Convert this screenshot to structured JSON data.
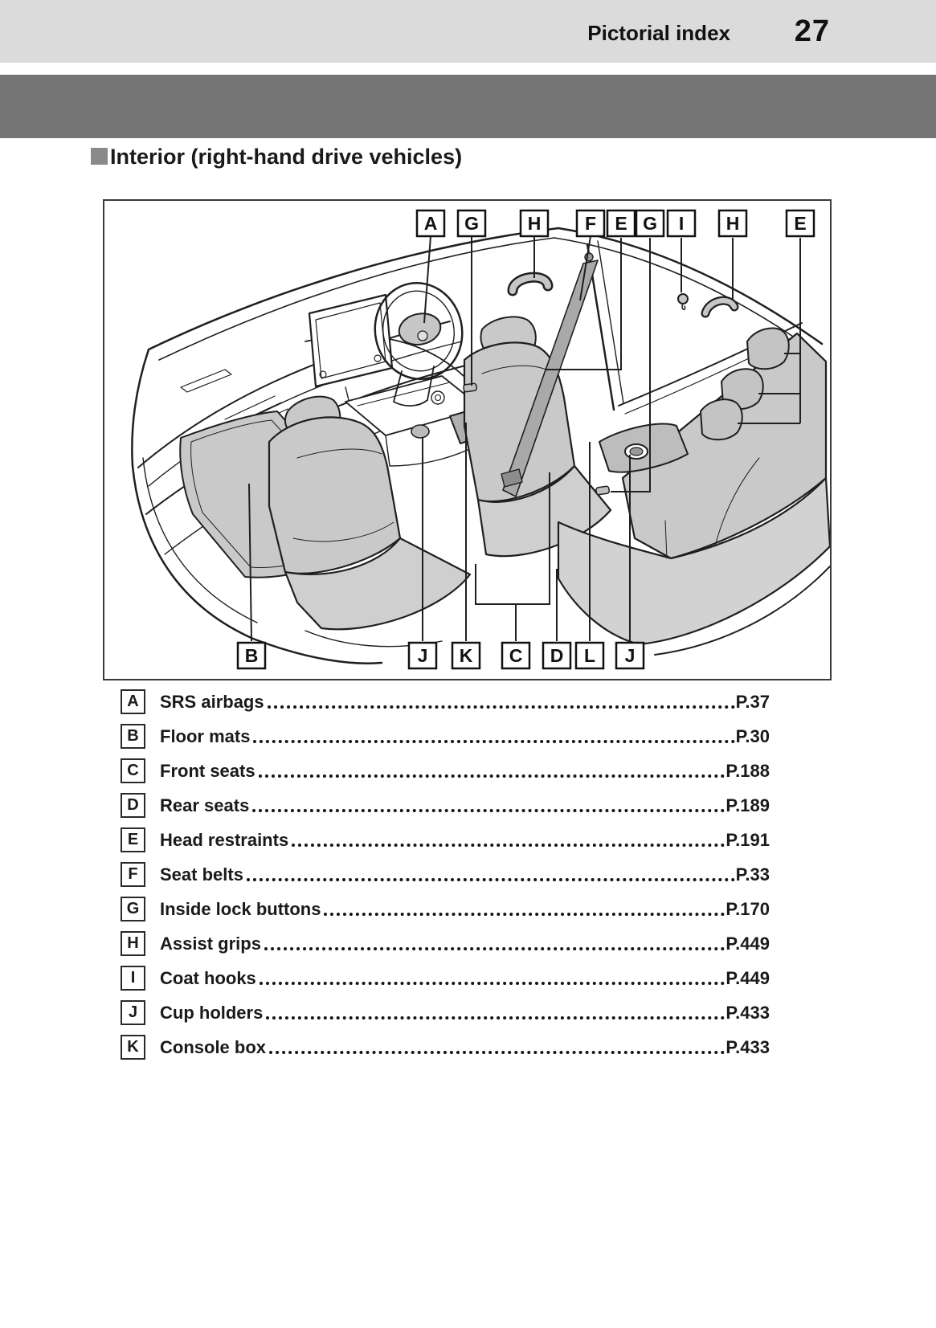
{
  "header": {
    "section_title": "Pictorial index",
    "page_number": "27"
  },
  "heading": {
    "text": "Interior (right-hand drive vehicles)"
  },
  "diagram": {
    "top_labels": [
      {
        "letter": "A"
      },
      {
        "letter": "G"
      },
      {
        "letter": "H"
      },
      {
        "letter": "F"
      },
      {
        "letter": "E"
      },
      {
        "letter": "G"
      },
      {
        "letter": "I"
      },
      {
        "letter": "H"
      },
      {
        "letter": "E"
      }
    ],
    "bottom_labels": [
      {
        "letter": "B"
      },
      {
        "letter": "J"
      },
      {
        "letter": "K"
      },
      {
        "letter": "C"
      },
      {
        "letter": "D"
      },
      {
        "letter": "L"
      },
      {
        "letter": "J"
      }
    ]
  },
  "index_items": [
    {
      "letter": "A",
      "label": "SRS airbags",
      "page": "P.37"
    },
    {
      "letter": "B",
      "label": "Floor mats",
      "page": "P.30"
    },
    {
      "letter": "C",
      "label": "Front seats",
      "page": "P.188"
    },
    {
      "letter": "D",
      "label": "Rear seats",
      "page": "P.189"
    },
    {
      "letter": "E",
      "label": "Head restraints",
      "page": "P.191"
    },
    {
      "letter": "F",
      "label": "Seat belts",
      "page": "P.33"
    },
    {
      "letter": "G",
      "label": "Inside lock buttons",
      "page": "P.170"
    },
    {
      "letter": "H",
      "label": "Assist grips",
      "page": "P.449"
    },
    {
      "letter": "I",
      "label": "Coat hooks",
      "page": "P.449"
    },
    {
      "letter": "J",
      "label": "Cup holders",
      "page": "P.433"
    },
    {
      "letter": "K",
      "label": "Console box",
      "page": "P.433"
    }
  ],
  "colors": {
    "band_light": "#dbdbdb",
    "band_dark": "#757575",
    "seat_gray": "#c9c9c9",
    "line": "#1f1f1f"
  }
}
